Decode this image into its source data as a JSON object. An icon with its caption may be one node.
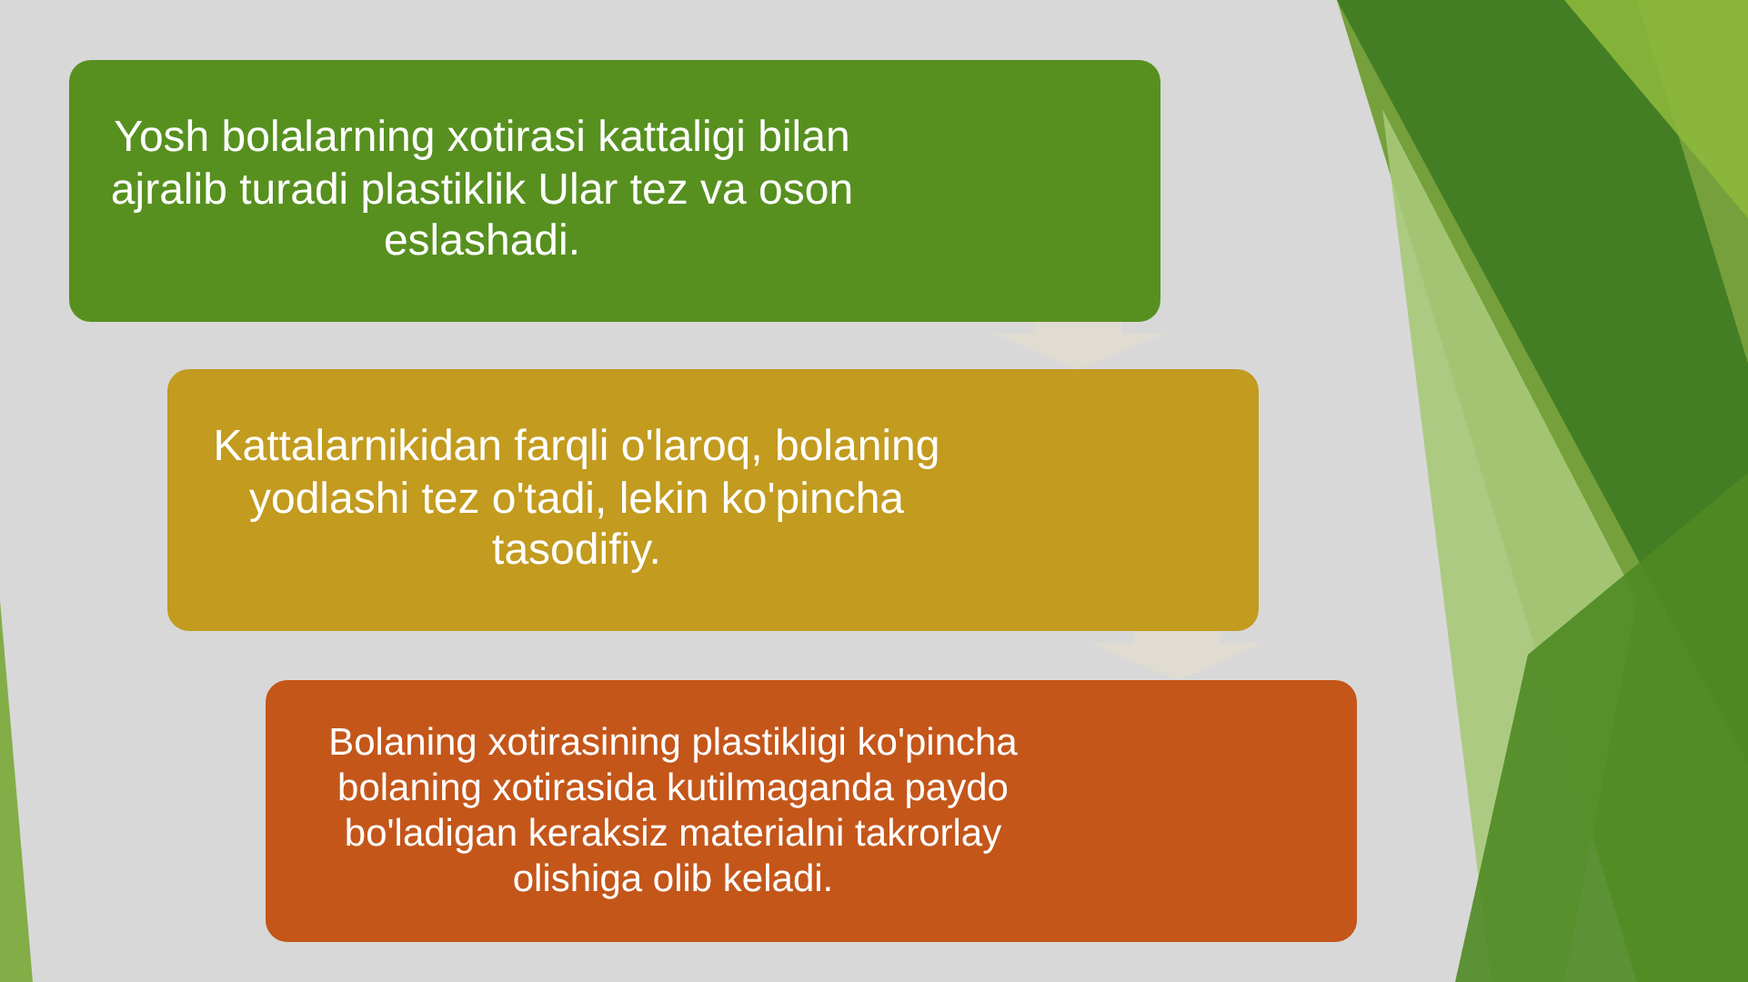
{
  "diagram": {
    "nodes": [
      {
        "text": [
          "Yosh bolalarning xotirasi kattaligi bilan ajralib turadi plastiklik Ular tez va oson eslashadi."
        ]
      },
      {
        "text": [
          "Kattalarnikidan farqli o'laroq, bolaning yodlashi tez o'tadi, lekin ko'pincha tasodifiy."
        ]
      },
      {
        "text": [
          "Bolaning xotirasining plastikligi ko'pincha bolaning xotirasida kutilmaganda paydo bo'ladigan keraksiz materialni takrorlay olishiga olib keladi."
        ]
      }
    ],
    "edges": [
      {
        "from": 0,
        "to": 1,
        "arrow": "to"
      },
      {
        "from": 1,
        "to": 2,
        "arrow": "to"
      }
    ]
  }
}
